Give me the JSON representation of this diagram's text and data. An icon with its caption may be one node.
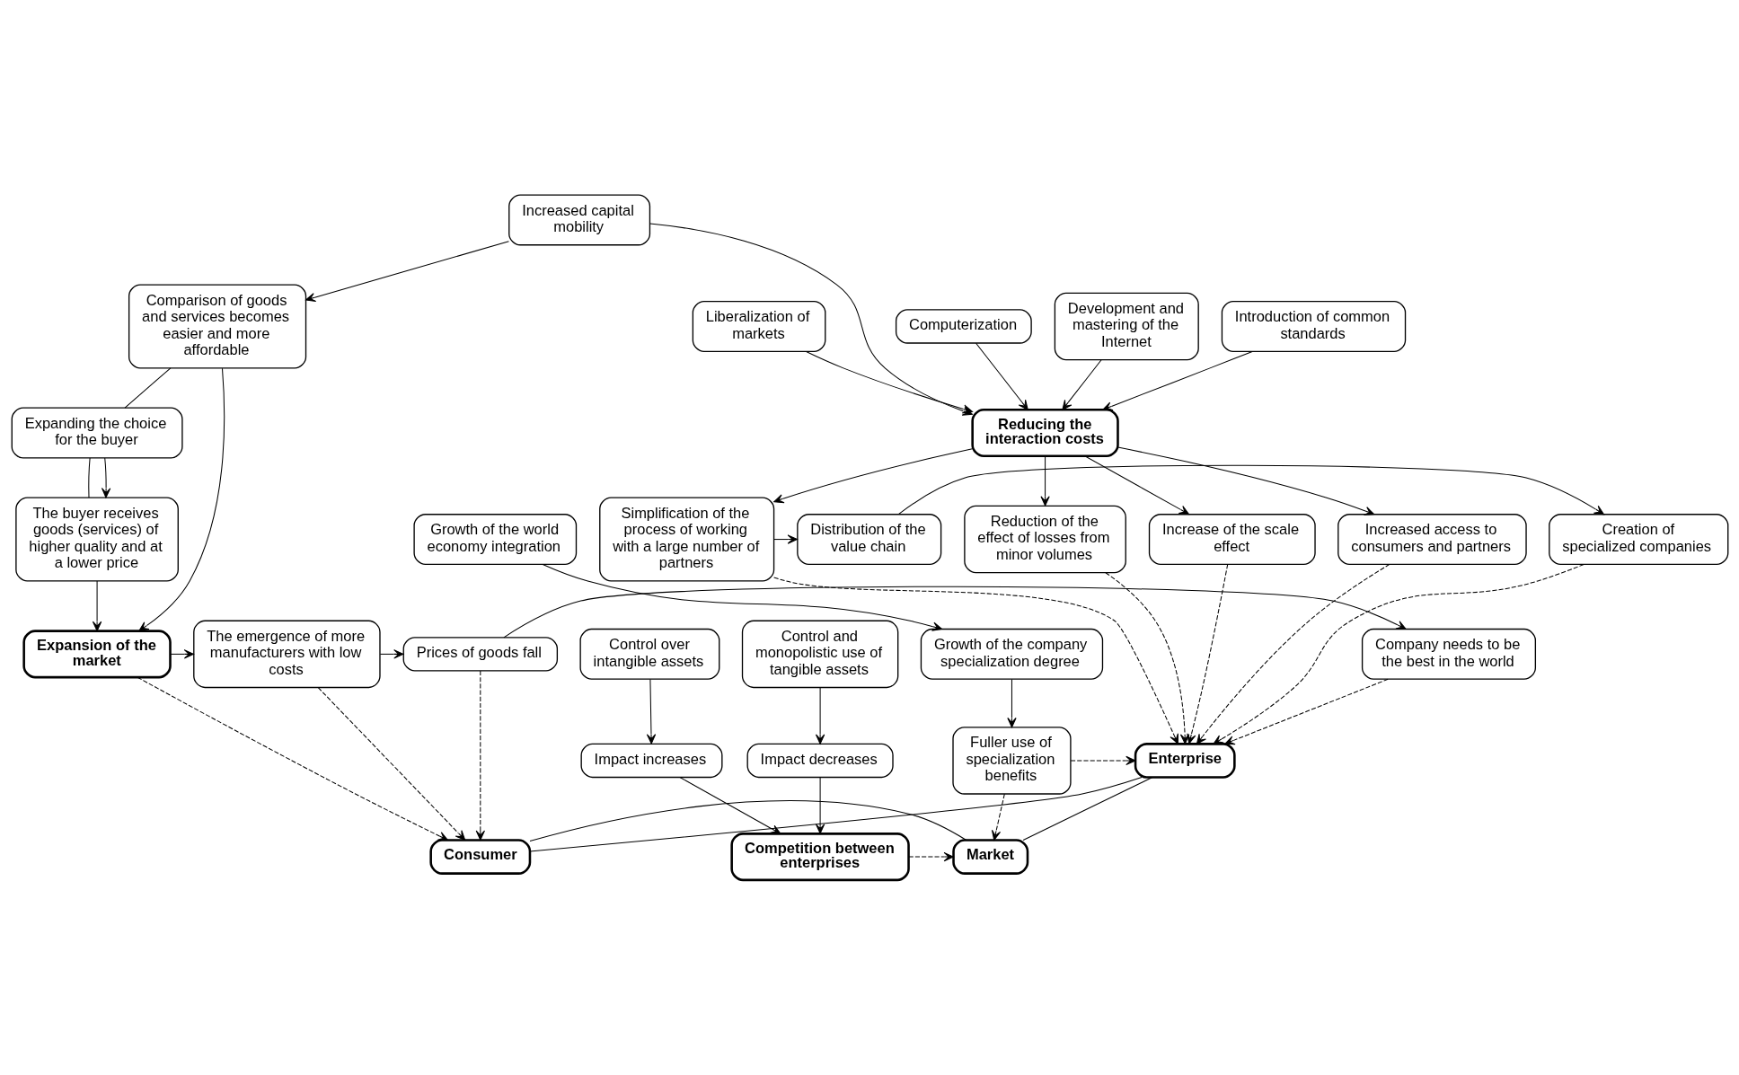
{
  "diagram": {
    "nodes": [
      {
        "text": [
          "Increased access to consumers and partners"
        ]
      },
      {
        "text": [
          "Increase of the scale effect"
        ]
      },
      {
        "text": [
          "Reduction of the effect of losses from minor volumes"
        ]
      },
      {
        "text": [
          "Simplification of the process of working with a large number of partners"
        ]
      },
      {
        "text": [
          "Distribution of the value chain"
        ]
      },
      {
        "text": [
          "Creation of specialized companies"
        ]
      },
      {
        "text": [
          "Growth of the world economy integration"
        ]
      },
      {
        "text": [
          "Computerization"
        ]
      },
      {
        "text": [
          "Growth of the company specialization degree"
        ]
      },
      {
        "text": [
          "Development and mastering of the Internet"
        ]
      },
      {
        "text": [
          "Reducing the interaction costs"
        ]
      },
      {
        "text": [
          "Enterprise"
        ]
      },
      {
        "text": [
          "Fuller use of specialization benefits"
        ]
      },
      {
        "text": [
          "Introduction of common standards"
        ]
      },
      {
        "text": [
          "Market"
        ]
      },
      {
        "text": [
          "Impact decreases"
        ]
      },
      {
        "text": [
          "Control and monopolistic use of tangible assets"
        ]
      },
      {
        "text": [
          "Liberalization of markets"
        ]
      },
      {
        "text": [
          "Consumer"
        ]
      },
      {
        "text": [
          "Comparison of goods and services becomes easier and more affordable"
        ]
      },
      {
        "text": [
          "Competition between enterprises"
        ]
      },
      {
        "text": [
          "Expanding the choice for the buyer"
        ]
      },
      {
        "text": [
          "Increased capital mobility"
        ]
      },
      {
        "text": [
          "Impact increases"
        ]
      },
      {
        "text": [
          "Control over intangible assets"
        ]
      },
      {
        "text": [
          "The buyer receives goods (services) of higher quality and at a lower price"
        ]
      },
      {
        "text": [
          "Expansion of the market"
        ]
      },
      {
        "text": [
          "The emergence of more manufacturers with low costs"
        ]
      },
      {
        "text": [
          "Prices of goods fall"
        ]
      },
      {
        "text": [
          "Company needs to be the best in the world"
        ]
      }
    ],
    "edges": [
      {
        "from": 7,
        "to": 10,
        "arrow": "to"
      },
      {
        "from": 9,
        "to": 10,
        "arrow": "to"
      },
      {
        "from": 13,
        "to": 10,
        "arrow": "to"
      },
      {
        "from": 17,
        "to": 10,
        "arrow": "to"
      },
      {
        "from": 22,
        "to": 10,
        "arrow": "to"
      },
      {
        "from": 10,
        "to": 0,
        "arrow": "to"
      },
      {
        "from": 10,
        "to": 1,
        "arrow": "to"
      },
      {
        "from": 10,
        "to": 2,
        "arrow": "to"
      },
      {
        "from": 10,
        "to": 3,
        "arrow": "to"
      },
      {
        "from": 0,
        "to": 11,
        "arrow": "to",
        "style": "dashed"
      },
      {
        "from": 1,
        "to": 11,
        "arrow": "to",
        "style": "dashed"
      },
      {
        "from": 2,
        "to": 11,
        "arrow": "to",
        "style": "dashed"
      },
      {
        "from": 3,
        "to": 11,
        "arrow": "to",
        "style": "dashed"
      },
      {
        "from": 5,
        "to": 11,
        "arrow": "to",
        "style": "dashed"
      },
      {
        "from": 3,
        "to": 4,
        "arrow": "to"
      },
      {
        "from": 4,
        "to": 5,
        "arrow": "to"
      },
      {
        "from": 6,
        "to": 8,
        "arrow": "to"
      },
      {
        "from": 8,
        "to": 12,
        "arrow": "to"
      },
      {
        "from": 12,
        "to": 11,
        "arrow": "to",
        "style": "dashed"
      },
      {
        "from": 29,
        "to": 11,
        "arrow": "to",
        "style": "dashed"
      },
      {
        "from": 12,
        "to": 14,
        "arrow": "to",
        "style": "dashed"
      },
      {
        "from": 11,
        "to": 18,
        "arrow": "none"
      },
      {
        "from": 11,
        "to": 14,
        "arrow": "none"
      },
      {
        "from": 18,
        "to": 14,
        "arrow": "none"
      },
      {
        "from": 20,
        "to": 14,
        "arrow": "to",
        "style": "dashed"
      },
      {
        "from": 16,
        "to": 15,
        "arrow": "to"
      },
      {
        "from": 24,
        "to": 23,
        "arrow": "to"
      },
      {
        "from": 15,
        "to": 20,
        "arrow": "to"
      },
      {
        "from": 23,
        "to": 20,
        "arrow": "to"
      },
      {
        "from": 22,
        "to": 19,
        "arrow": "to"
      },
      {
        "from": 19,
        "to": 26,
        "arrow": "to"
      },
      {
        "from": 19,
        "to": 21,
        "arrow": "none"
      },
      {
        "from": 21,
        "to": 25,
        "arrow": "none"
      },
      {
        "from": 21,
        "to": 25,
        "arrow": "to"
      },
      {
        "from": 25,
        "to": 26,
        "arrow": "to"
      },
      {
        "from": 26,
        "to": 18,
        "arrow": "to",
        "style": "dashed"
      },
      {
        "from": 26,
        "to": 27,
        "arrow": "to"
      },
      {
        "from": 27,
        "to": 28,
        "arrow": "to"
      },
      {
        "from": 28,
        "to": 29,
        "arrow": "to"
      },
      {
        "from": 27,
        "to": 18,
        "arrow": "to",
        "style": "dashed"
      },
      {
        "from": 28,
        "to": 18,
        "arrow": "to",
        "style": "dashed"
      }
    ]
  }
}
